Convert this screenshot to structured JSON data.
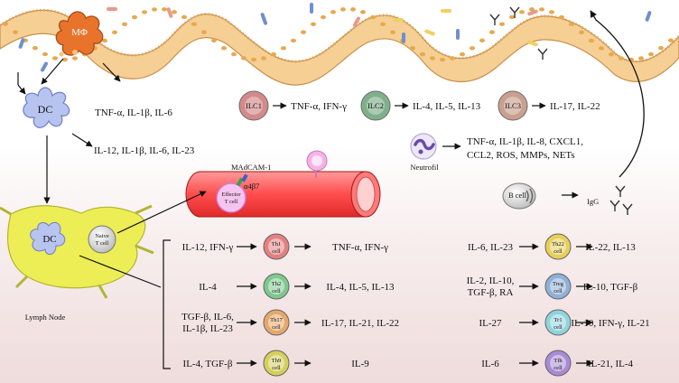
{
  "macrophage": {
    "label": "MΦ",
    "cytokines": "TNF-α, IL-1β, IL-6"
  },
  "dendritic": {
    "label": "DC",
    "cytokines": "IL-12, IL-1β, IL-6, IL-23"
  },
  "ilcs": [
    {
      "label": "ILC1",
      "cytokines": "TNF-α, IFN-γ",
      "color": "#d48a8a"
    },
    {
      "label": "ILC2",
      "cytokines": "IL-4, IL-5, IL-13",
      "color": "#7fb08a"
    },
    {
      "label": "ILC3",
      "cytokines": "IL-17, IL-22",
      "color": "#c9a08f"
    }
  ],
  "neutrophil": {
    "label": "Neutrofil",
    "line1": "TNF-α, IL-1β, IL-8, CXCL1,",
    "line2": "CCL2, ROS, MMPs, NETs"
  },
  "vessel": {
    "adhesin": "MAdCAM-1",
    "integrin": "α4β7",
    "effector_line1": "Effector",
    "effector_line2": "T cell"
  },
  "b_cell": {
    "label": "B cell",
    "product": "IgG"
  },
  "lymph_node": {
    "label": "Lymph Node",
    "dc": "DC",
    "naive_line1": "Naive",
    "naive_line2": "T cell"
  },
  "t_cells_left": [
    {
      "inputs": [
        "IL-12, IFN-γ"
      ],
      "name1": "Th1",
      "name2": "cell",
      "outputs": "TNF-α, IFN-γ",
      "color": "#e58080"
    },
    {
      "inputs": [
        "IL-4"
      ],
      "name1": "Th2",
      "name2": "cell",
      "outputs": "IL-4, IL-5, IL-13",
      "color": "#7ec88e"
    },
    {
      "inputs": [
        "TGF-β, IL-6,",
        "IL-1β, IL-23"
      ],
      "name1": "Th17",
      "name2": "cell",
      "outputs": "IL-17, IL-21, IL-22",
      "color": "#e6a86a"
    },
    {
      "inputs": [
        "IL-4, TGF-β"
      ],
      "name1": "Th9",
      "name2": "cell",
      "outputs": "IL-9",
      "color": "#d4cf5a"
    }
  ],
  "t_cells_right": [
    {
      "inputs": [
        "IL-6, IL-23"
      ],
      "name1": "Th22",
      "name2": "cell",
      "outputs": "IL-22, IL-13",
      "color": "#e8cf5a"
    },
    {
      "inputs": [
        "IL-2, IL-10,",
        "TGF-β, RA"
      ],
      "name1": "Treg",
      "name2": "cell",
      "outputs": "IL-10, TGF-β",
      "color": "#8fb0d8"
    },
    {
      "inputs": [
        "IL-27"
      ],
      "name1": "Tr1",
      "name2": "cell",
      "outputs": "IL-10, IFN-γ, IL-21",
      "color": "#8fd4dc"
    },
    {
      "inputs": [
        "IL-6"
      ],
      "name1": "Tfh",
      "name2": "cell",
      "outputs": "IL-21, IL-4",
      "color": "#a98ad6"
    }
  ]
}
